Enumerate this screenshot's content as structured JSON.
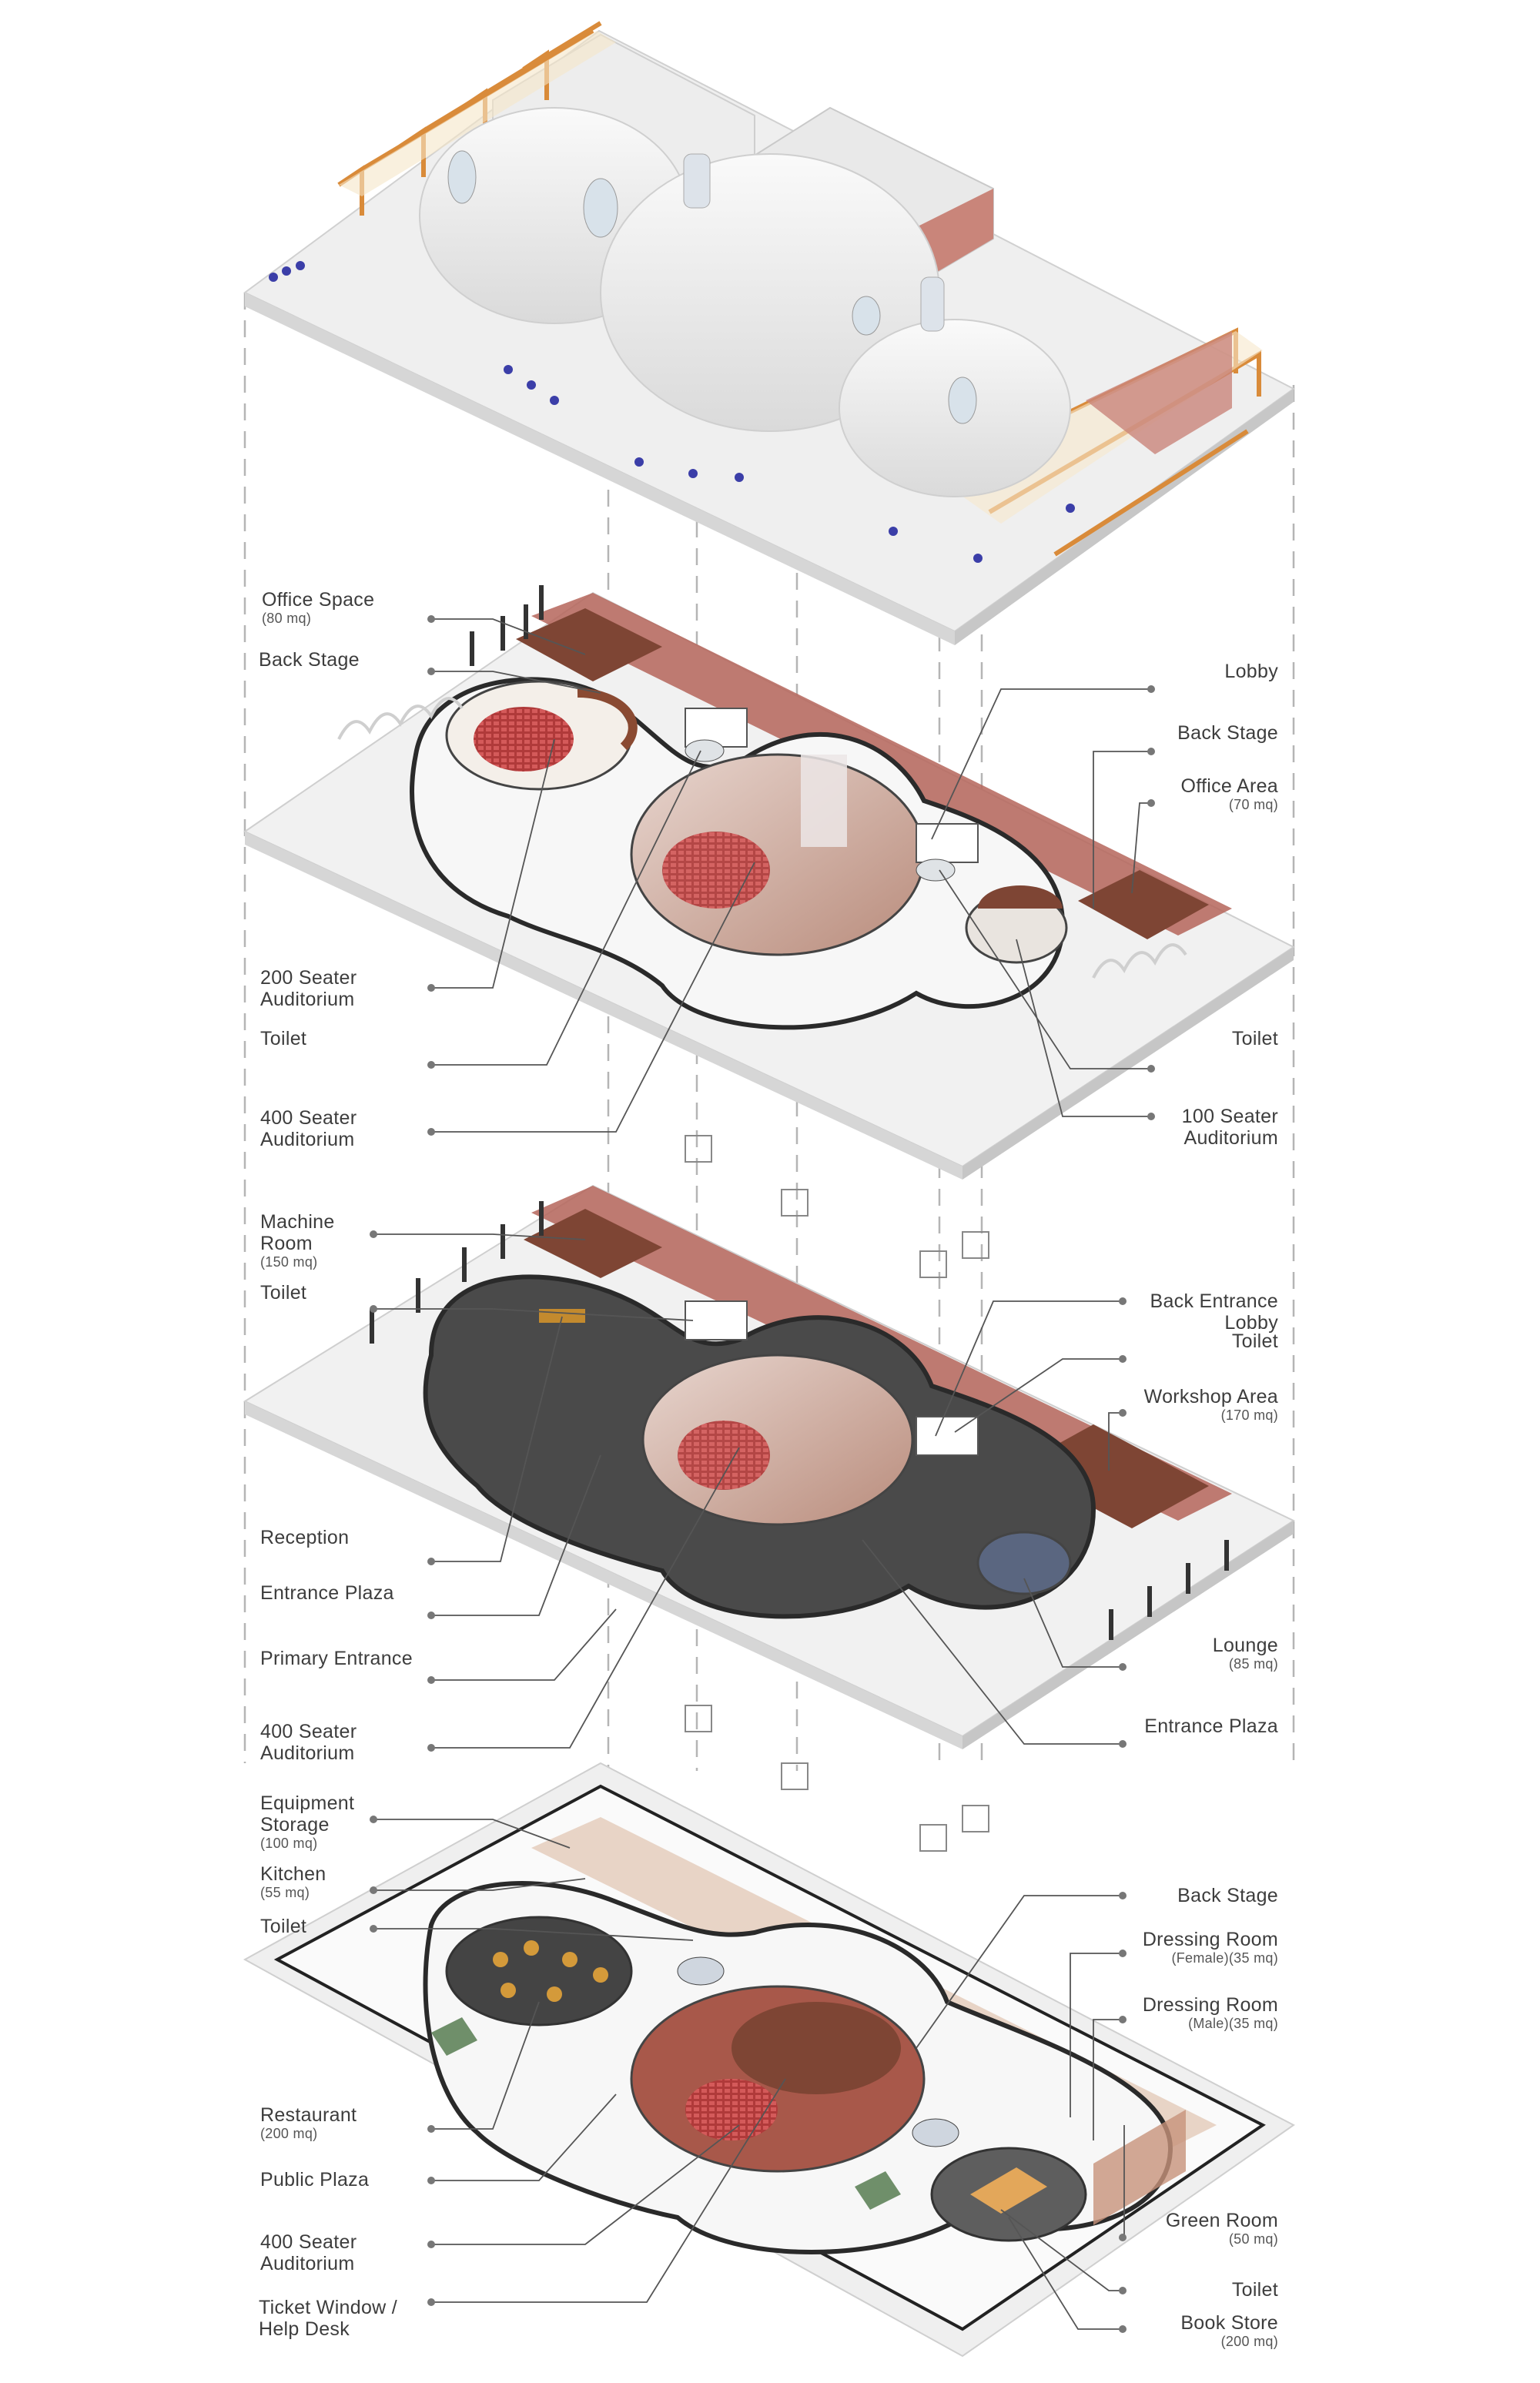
{
  "colors": {
    "slab": "#f1f1f1",
    "slab_edge": "#cfcfcf",
    "wood": "#8a4a32",
    "seat": "#c94a4a",
    "people": "#3b3ea8",
    "timber_frame": "#d98b3a",
    "dark_floor": "#4a4a4a",
    "leader": "#555555"
  },
  "icons": [
    "elevator-icon",
    "person-icon",
    "people-icon"
  ],
  "levels": {
    "roof": {
      "name": "roof-level"
    },
    "upper": {
      "left": [
        {
          "label": "Office Space",
          "sub": "(80 mq)"
        },
        {
          "label": "Back Stage",
          "sub": ""
        },
        {
          "label": "200 Seater\nAuditorium",
          "sub": ""
        },
        {
          "label": "Toilet",
          "sub": ""
        },
        {
          "label": "400 Seater\nAuditorium",
          "sub": ""
        }
      ],
      "right": [
        {
          "label": "Lobby",
          "sub": ""
        },
        {
          "label": "Back Stage",
          "sub": ""
        },
        {
          "label": "Office Area",
          "sub": "(70 mq)"
        },
        {
          "label": "Toilet",
          "sub": ""
        },
        {
          "label": "100 Seater\nAuditorium",
          "sub": ""
        }
      ]
    },
    "middle": {
      "left": [
        {
          "label": "Machine\nRoom",
          "sub": "(150 mq)"
        },
        {
          "label": "Toilet",
          "sub": ""
        },
        {
          "label": "Reception",
          "sub": ""
        },
        {
          "label": "Entrance Plaza",
          "sub": ""
        },
        {
          "label": "Primary Entrance",
          "sub": ""
        },
        {
          "label": "400 Seater\nAuditorium",
          "sub": ""
        }
      ],
      "right": [
        {
          "label": "Back Entrance\nLobby",
          "sub": ""
        },
        {
          "label": "Toilet",
          "sub": ""
        },
        {
          "label": "Workshop Area",
          "sub": "(170 mq)"
        },
        {
          "label": "Lounge",
          "sub": "(85 mq)"
        },
        {
          "label": "Entrance Plaza",
          "sub": ""
        }
      ]
    },
    "ground": {
      "left": [
        {
          "label": "Equipment\nStorage",
          "sub": "(100 mq)"
        },
        {
          "label": "Kitchen",
          "sub": "(55 mq)"
        },
        {
          "label": "Toilet",
          "sub": ""
        },
        {
          "label": "Restaurant",
          "sub": "(200 mq)"
        },
        {
          "label": "Public Plaza",
          "sub": ""
        },
        {
          "label": "400 Seater\nAuditorium",
          "sub": ""
        },
        {
          "label": "Ticket Window /\nHelp Desk",
          "sub": ""
        }
      ],
      "right": [
        {
          "label": "Back Stage",
          "sub": ""
        },
        {
          "label": "Dressing Room",
          "sub": "(Female)(35 mq)"
        },
        {
          "label": "Dressing Room",
          "sub": "(Male)(35 mq)"
        },
        {
          "label": "Green Room",
          "sub": "(50 mq)"
        },
        {
          "label": "Toilet",
          "sub": ""
        },
        {
          "label": "Book Store",
          "sub": "(200 mq)"
        }
      ]
    }
  }
}
